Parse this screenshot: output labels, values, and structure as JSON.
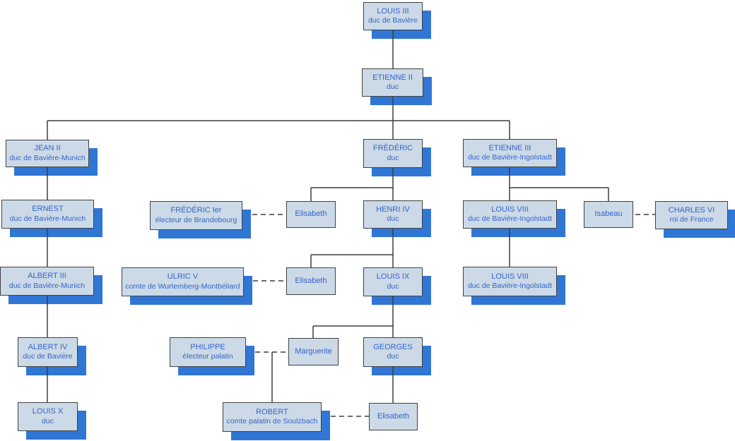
{
  "palette": {
    "canvas_bg": "#ffffff",
    "node_fill": "#ccd9e6",
    "node_border": "#424242",
    "node_text": "#3366cc",
    "node_shadow": "#3076d4",
    "connector": "#3d3d3d"
  },
  "diagram": {
    "type": "family-tree",
    "nodes": [
      {
        "id": "louis-iii",
        "title": "LOUIS III",
        "subtitle": "duc de Bavière"
      },
      {
        "id": "etienne-ii",
        "title": "ETIENNE II",
        "subtitle": "duc"
      },
      {
        "id": "jean-ii",
        "title": "JEAN II",
        "subtitle": "duc de Bavière-Munich"
      },
      {
        "id": "frederic",
        "title": "FRÉDÉRIC",
        "subtitle": "duc"
      },
      {
        "id": "etienne-iii",
        "title": "ETIENNE III",
        "subtitle": "duc de Bavière-Ingolstadt"
      },
      {
        "id": "frederic-ier",
        "title": "FRÉDÉRIC Ier",
        "subtitle": "électeur de Brandebourg"
      },
      {
        "id": "elisabeth-1",
        "title": "Elisabeth"
      },
      {
        "id": "henri-iv",
        "title": "HENRI IV",
        "subtitle": "duc"
      },
      {
        "id": "louis-viii-a",
        "title": "LOUIS VIII",
        "subtitle": "duc de Bavière-Ingolstadt"
      },
      {
        "id": "isabeau",
        "title": "Isabeau"
      },
      {
        "id": "charles-vi",
        "title": "CHARLES VI",
        "subtitle": "roi de France"
      },
      {
        "id": "ernest",
        "title": "ERNEST",
        "subtitle": "duc de Bavière-Munich"
      },
      {
        "id": "albert-iii",
        "title": "ALBERT III",
        "subtitle": "duc de Bavière-Munich"
      },
      {
        "id": "ulric-v",
        "title": "ULRIC V",
        "subtitle": "comte de Wurtemberg-Montbéliard"
      },
      {
        "id": "elisabeth-2",
        "title": "Elisabeth"
      },
      {
        "id": "louis-ix",
        "title": "LOUIS IX",
        "subtitle": "duc"
      },
      {
        "id": "louis-viii-b",
        "title": "LOUIS VIII",
        "subtitle": "duc de Bavière-Ingolstadt"
      },
      {
        "id": "albert-iv",
        "title": "ALBERT IV",
        "subtitle": "duc de Bavière"
      },
      {
        "id": "philippe",
        "title": "PHILIPPE",
        "subtitle": "électeur palatin"
      },
      {
        "id": "marguerite",
        "title": "Marguerite"
      },
      {
        "id": "georges",
        "title": "GEORGES",
        "subtitle": "duc"
      },
      {
        "id": "louis-x",
        "title": "LOUIS X",
        "subtitle": "duc"
      },
      {
        "id": "robert",
        "title": "ROBERT",
        "subtitle": "comte palatin de Soulzbach"
      },
      {
        "id": "elisabeth-3",
        "title": "Elisabeth"
      }
    ],
    "edges": [
      {
        "from": "louis-iii",
        "to": "etienne-ii",
        "type": "parent-child"
      },
      {
        "from": "etienne-ii",
        "to": "jean-ii",
        "type": "parent-child"
      },
      {
        "from": "etienne-ii",
        "to": "frederic",
        "type": "parent-child"
      },
      {
        "from": "etienne-ii",
        "to": "etienne-iii",
        "type": "parent-child"
      },
      {
        "from": "jean-ii",
        "to": "ernest",
        "type": "parent-child"
      },
      {
        "from": "ernest",
        "to": "albert-iii",
        "type": "parent-child"
      },
      {
        "from": "albert-iii",
        "to": "albert-iv",
        "type": "parent-child"
      },
      {
        "from": "albert-iv",
        "to": "louis-x",
        "type": "parent-child"
      },
      {
        "from": "frederic",
        "to": "elisabeth-1",
        "type": "parent-child"
      },
      {
        "from": "frederic",
        "to": "henri-iv",
        "type": "parent-child"
      },
      {
        "from": "frederic-ier",
        "to": "elisabeth-1",
        "type": "marriage"
      },
      {
        "from": "etienne-iii",
        "to": "isabeau",
        "type": "parent-child"
      },
      {
        "from": "etienne-iii",
        "to": "louis-viii-a",
        "type": "parent-child"
      },
      {
        "from": "isabeau",
        "to": "charles-vi",
        "type": "marriage"
      },
      {
        "from": "henri-iv",
        "to": "elisabeth-2",
        "type": "parent-child"
      },
      {
        "from": "henri-iv",
        "to": "louis-ix",
        "type": "parent-child"
      },
      {
        "from": "ulric-v",
        "to": "elisabeth-2",
        "type": "marriage"
      },
      {
        "from": "louis-viii-a",
        "to": "louis-viii-b",
        "type": "parent-child"
      },
      {
        "from": "louis-ix",
        "to": "marguerite",
        "type": "parent-child"
      },
      {
        "from": "louis-ix",
        "to": "georges",
        "type": "parent-child"
      },
      {
        "from": "philippe",
        "to": "marguerite",
        "type": "marriage"
      },
      {
        "from": "philippe+marguerite",
        "to": "robert",
        "type": "parent-child"
      },
      {
        "from": "georges",
        "to": "elisabeth-3",
        "type": "parent-child"
      },
      {
        "from": "robert",
        "to": "elisabeth-3",
        "type": "marriage"
      }
    ]
  }
}
